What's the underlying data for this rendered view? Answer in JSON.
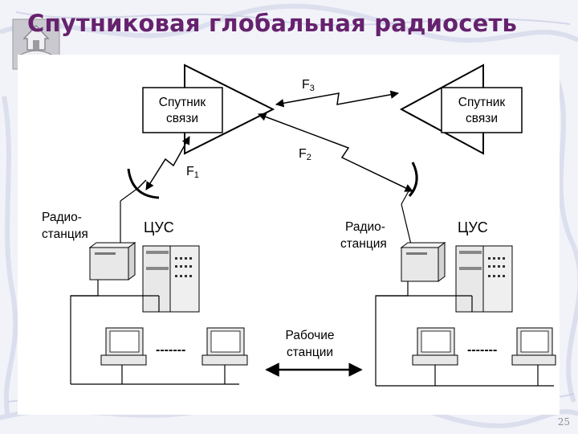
{
  "slide": {
    "title": "Спутниковая глобальная радиосеть",
    "page_number": "25"
  },
  "diagram": {
    "satellite_left_label": [
      "Спутник",
      "связи"
    ],
    "satellite_right_label": [
      "Спутник",
      "связи"
    ],
    "links": {
      "f1": {
        "letter": "F",
        "sub": "1"
      },
      "f2": {
        "letter": "F",
        "sub": "2"
      },
      "f3": {
        "letter": "F",
        "sub": "3"
      }
    },
    "left_site": {
      "radio_label": [
        "Радио-",
        "станция"
      ],
      "center_label": "ЦУС"
    },
    "right_site": {
      "radio_label": [
        "Радио-",
        "станция"
      ],
      "center_label": "ЦУС"
    },
    "workstations_label": [
      "Рабочие",
      "станции"
    ],
    "ellipsis": "-------"
  },
  "colors": {
    "title": "#66226e",
    "line": "#000000",
    "device_fill": "#e8e8e8"
  }
}
